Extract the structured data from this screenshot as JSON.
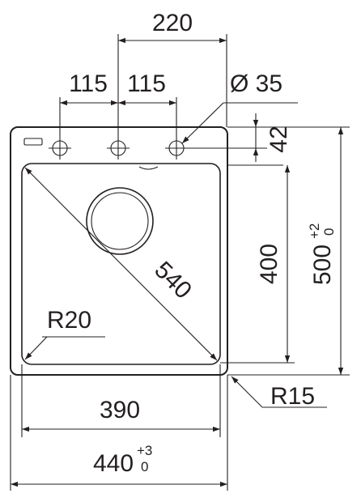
{
  "dimensions": {
    "outer_hole_span": "220",
    "hole_spacing_left": "115",
    "hole_spacing_right": "115",
    "hole_diameter": "Ø 35",
    "hole_offset": "42",
    "bowl_depth_length": "400",
    "outer_length": "500",
    "outer_length_tol_upper": "+2",
    "outer_length_tol_lower": "0",
    "diagonal": "540",
    "bowl_radius": "R20",
    "outer_radius": "R15",
    "bowl_width": "390",
    "outer_width": "440",
    "outer_width_tol_upper": "+3",
    "outer_width_tol_lower": "0"
  }
}
